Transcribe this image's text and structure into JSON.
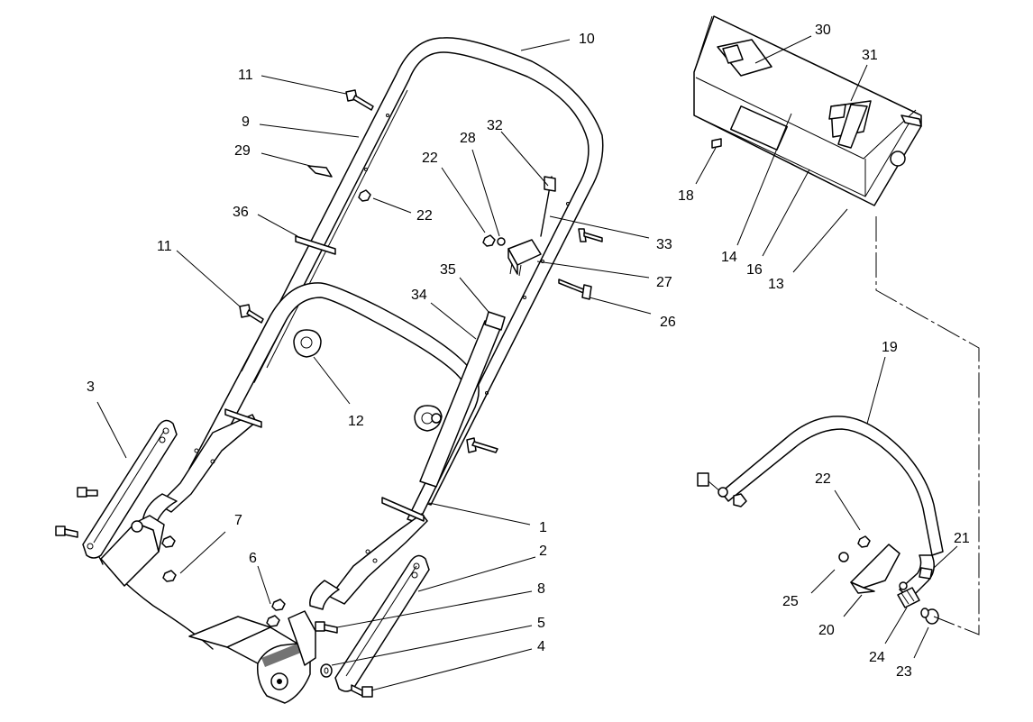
{
  "callouts": [
    {
      "id": "c10",
      "label": "10"
    },
    {
      "id": "c11a",
      "label": "11"
    },
    {
      "id": "c9",
      "label": "9"
    },
    {
      "id": "c29",
      "label": "29"
    },
    {
      "id": "c22a",
      "label": "22"
    },
    {
      "id": "c36",
      "label": "36"
    },
    {
      "id": "c11b",
      "label": "11"
    },
    {
      "id": "c32",
      "label": "32"
    },
    {
      "id": "c28",
      "label": "28"
    },
    {
      "id": "c22b",
      "label": "22"
    },
    {
      "id": "c33",
      "label": "33"
    },
    {
      "id": "c27",
      "label": "27"
    },
    {
      "id": "c35",
      "label": "35"
    },
    {
      "id": "c34",
      "label": "34"
    },
    {
      "id": "c26",
      "label": "26"
    },
    {
      "id": "c12",
      "label": "12"
    },
    {
      "id": "c3",
      "label": "3"
    },
    {
      "id": "c7",
      "label": "7"
    },
    {
      "id": "c6",
      "label": "6"
    },
    {
      "id": "c1",
      "label": "1"
    },
    {
      "id": "c2",
      "label": "2"
    },
    {
      "id": "c8",
      "label": "8"
    },
    {
      "id": "c5",
      "label": "5"
    },
    {
      "id": "c4",
      "label": "4"
    },
    {
      "id": "c30",
      "label": "30"
    },
    {
      "id": "c31",
      "label": "31"
    },
    {
      "id": "c18",
      "label": "18"
    },
    {
      "id": "c14",
      "label": "14"
    },
    {
      "id": "c16",
      "label": "16"
    },
    {
      "id": "c13",
      "label": "13"
    },
    {
      "id": "c19",
      "label": "19"
    },
    {
      "id": "c22c",
      "label": "22"
    },
    {
      "id": "c21",
      "label": "21"
    },
    {
      "id": "c25",
      "label": "25"
    },
    {
      "id": "c20",
      "label": "20"
    },
    {
      "id": "c24",
      "label": "24"
    },
    {
      "id": "c23",
      "label": "23"
    }
  ]
}
